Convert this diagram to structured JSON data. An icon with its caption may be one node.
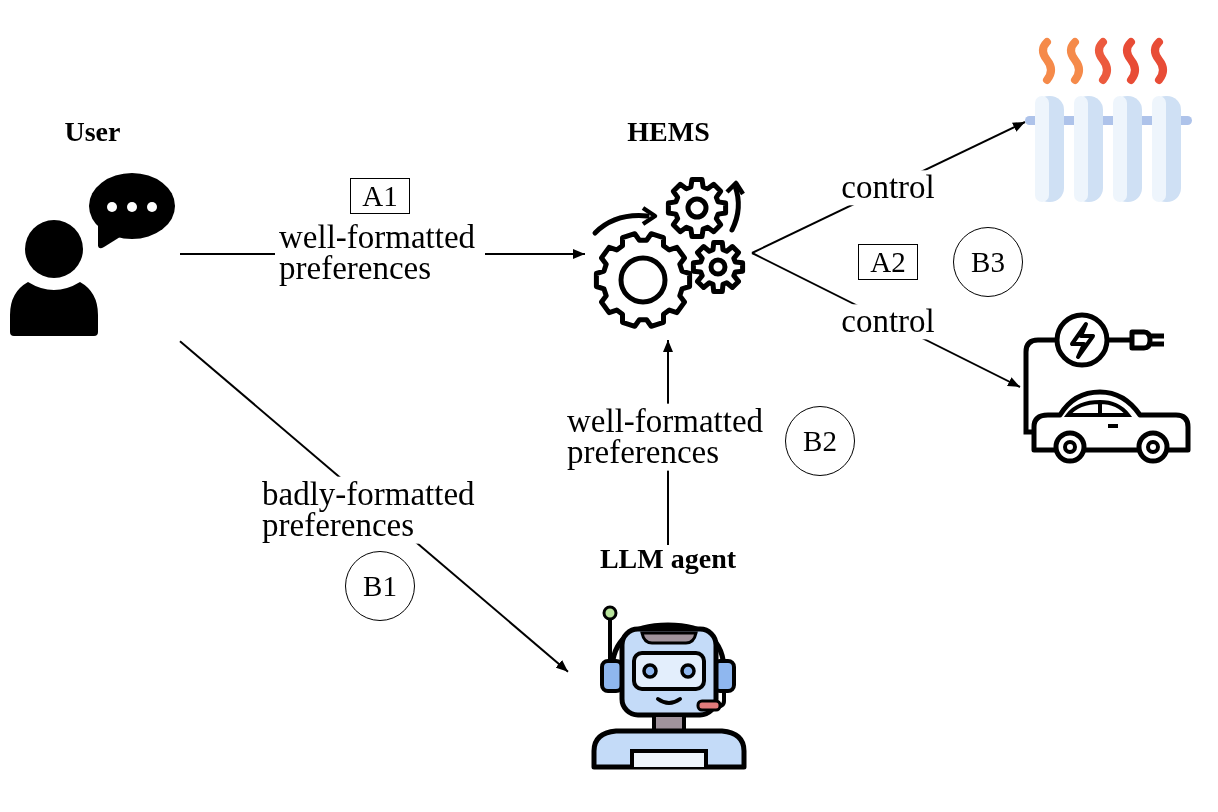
{
  "diagram": {
    "nodes": [
      {
        "text": [
          "User"
        ]
      },
      {
        "text": [
          "HEMS"
        ]
      },
      {
        "text": [],
        "shape": "picture"
      },
      {
        "text": [
          "A1"
        ]
      },
      {
        "text": [
          "A2"
        ]
      },
      {
        "text": [
          "B3"
        ]
      },
      {
        "text": [],
        "shape": "picture"
      },
      {
        "text": [
          "B2"
        ]
      },
      {
        "text": [
          "B1"
        ]
      },
      {
        "text": [
          "LLM agent"
        ]
      }
    ],
    "edges": [
      {
        "from": 0,
        "to": 1,
        "arrow": "to",
        "label": "well-formatted preferences"
      },
      {
        "from": 0,
        "to": 9,
        "arrow": "to",
        "label": "badly-formatted preferences"
      },
      {
        "from": 9,
        "to": 1,
        "arrow": "to",
        "label": "well-formatted preferences"
      },
      {
        "from": 1,
        "to": 2,
        "arrow": "to",
        "label": "control"
      },
      {
        "from": 1,
        "to": 6,
        "arrow": "to",
        "label": "control"
      }
    ]
  }
}
